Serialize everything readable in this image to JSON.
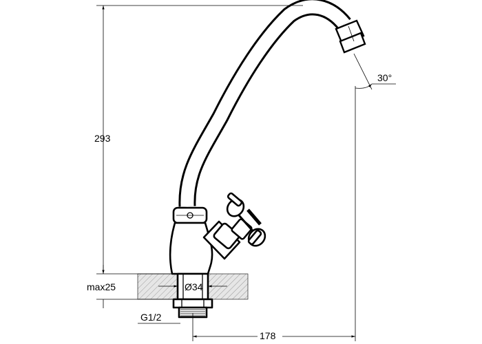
{
  "dimensions": {
    "height": "293",
    "max_thickness": "max25",
    "diameter": "Ø34",
    "thread": "G1/2",
    "reach": "178",
    "spout_angle": "30°"
  }
}
